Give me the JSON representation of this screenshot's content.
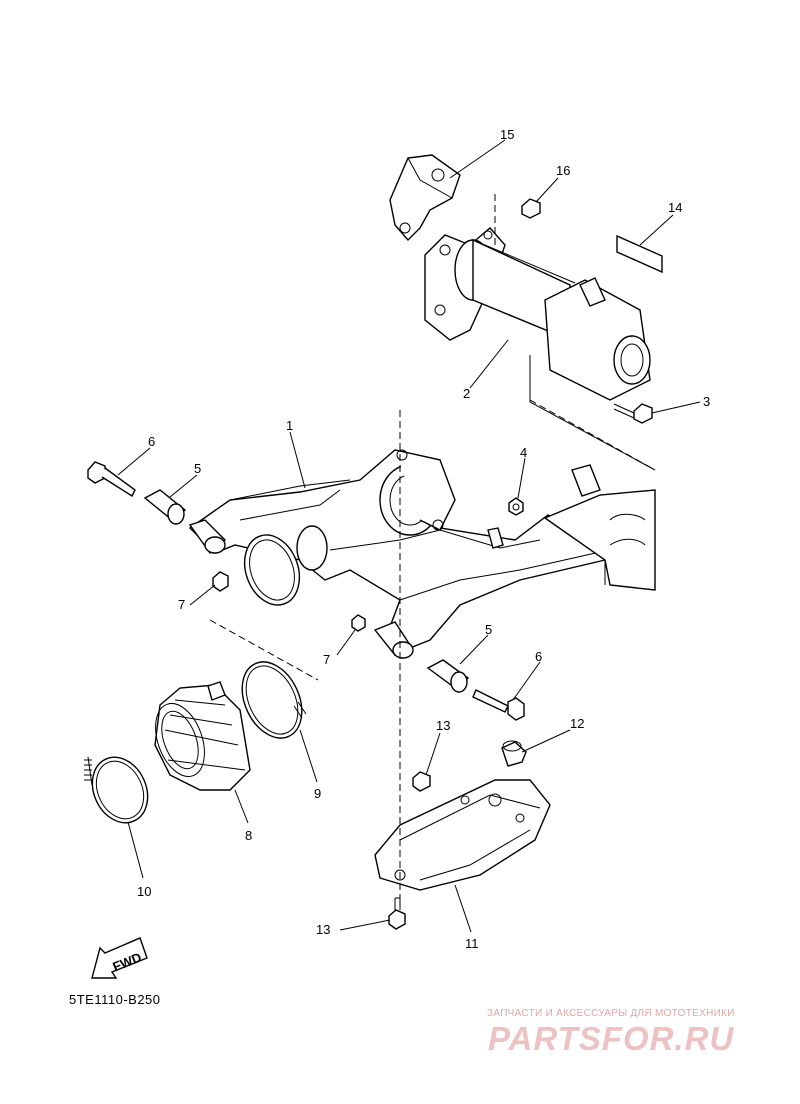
{
  "diagram": {
    "drawing_code": "5TE1110-B250",
    "fwd_label": "FWD",
    "callouts": [
      "1",
      "2",
      "3",
      "4",
      "5",
      "5",
      "6",
      "6",
      "7",
      "7",
      "8",
      "9",
      "10",
      "11",
      "12",
      "13",
      "13",
      "14",
      "15",
      "16"
    ]
  },
  "watermark": {
    "tagline": "ЗАПЧАСТИ И АКСЕССУАРЫ ДЛЯ МОТОТЕХНИКИ",
    "brand": "PARTSFOR.RU"
  }
}
